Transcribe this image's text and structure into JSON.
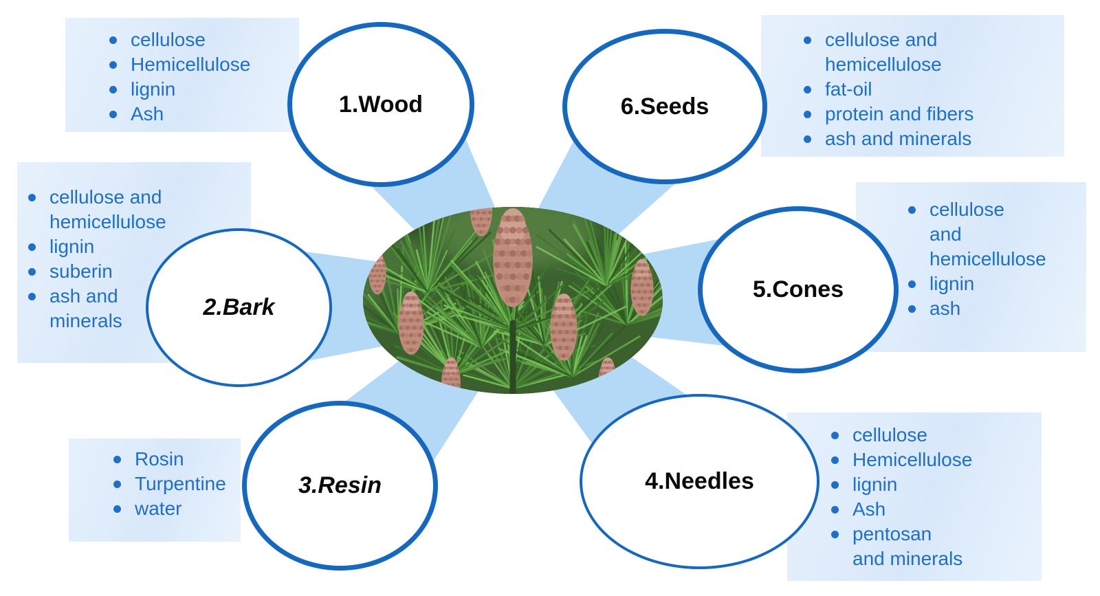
{
  "figure": {
    "center_image": "pine-branch-with-young-cones-photo",
    "colors": {
      "node_border": "#1668bf",
      "bullet_text": "#1e6fc5",
      "ray": "#b4d9f6",
      "node_fill": "#ffffff",
      "label_text": "#0a0a0a",
      "panel_blue": "#d8e8fa"
    },
    "nodes": [
      {
        "key": "wood",
        "label": "1.Wood",
        "items": [
          "cellulose",
          "Hemicellulose",
          "lignin",
          "Ash"
        ]
      },
      {
        "key": "bark",
        "label": "2.Bark",
        "items": [
          "cellulose and hemicellulose",
          "lignin",
          "suberin",
          "ash and minerals"
        ]
      },
      {
        "key": "resin",
        "label": "3.Resin",
        "items": [
          "Rosin",
          "Turpentine",
          "water"
        ]
      },
      {
        "key": "needles",
        "label": "4.Needles",
        "items": [
          "cellulose",
          "Hemicellulose",
          "lignin",
          "Ash",
          "pentosan and minerals"
        ]
      },
      {
        "key": "cones",
        "label": "5.Cones",
        "items": [
          "cellulose and hemicellulose",
          "lignin",
          "ash"
        ]
      },
      {
        "key": "seeds",
        "label": "6.Seeds",
        "items": [
          "cellulose and hemicellulose",
          "fat-oil",
          "protein and fibers",
          "ash and minerals"
        ]
      }
    ]
  }
}
